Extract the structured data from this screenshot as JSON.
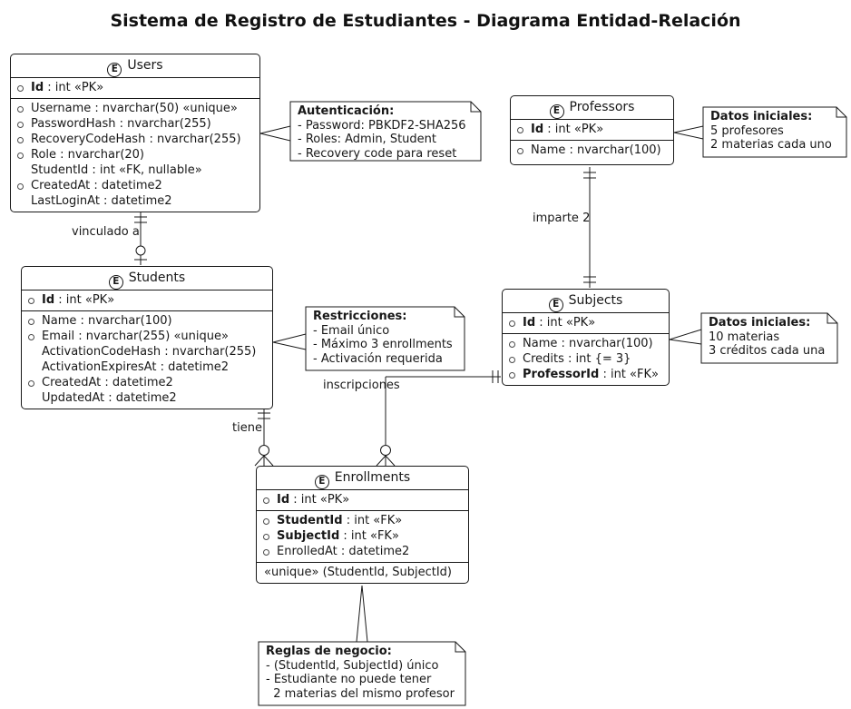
{
  "title": "Sistema de Registro de Estudiantes - Diagrama Entidad-Relación",
  "entities": {
    "users": {
      "letter": "E",
      "name": "Users",
      "pk": {
        "bold": "Id",
        "rest": " : int «PK»"
      },
      "attrs": [
        {
          "dot": true,
          "text": "Username : nvarchar(50) «unique»"
        },
        {
          "dot": true,
          "text": "PasswordHash : nvarchar(255)"
        },
        {
          "dot": true,
          "text": "RecoveryCodeHash : nvarchar(255)"
        },
        {
          "dot": true,
          "text": "Role : nvarchar(20)"
        },
        {
          "dot": false,
          "text": "StudentId : int «FK, nullable»"
        },
        {
          "dot": true,
          "text": "CreatedAt : datetime2"
        },
        {
          "dot": false,
          "text": "LastLoginAt : datetime2"
        }
      ]
    },
    "professors": {
      "letter": "E",
      "name": "Professors",
      "pk": {
        "bold": "Id",
        "rest": " : int «PK»"
      },
      "attrs": [
        {
          "dot": true,
          "text": "Name : nvarchar(100)"
        }
      ]
    },
    "students": {
      "letter": "E",
      "name": "Students",
      "pk": {
        "bold": "Id",
        "rest": " : int «PK»"
      },
      "attrs": [
        {
          "dot": true,
          "text": "Name : nvarchar(100)"
        },
        {
          "dot": true,
          "text": "Email : nvarchar(255) «unique»"
        },
        {
          "dot": false,
          "text": "ActivationCodeHash : nvarchar(255)"
        },
        {
          "dot": false,
          "text": "ActivationExpiresAt : datetime2"
        },
        {
          "dot": true,
          "text": "CreatedAt : datetime2"
        },
        {
          "dot": false,
          "text": "UpdatedAt : datetime2"
        }
      ]
    },
    "subjects": {
      "letter": "E",
      "name": "Subjects",
      "pk": {
        "bold": "Id",
        "rest": " : int «PK»"
      },
      "attrs": [
        {
          "dot": true,
          "text": "Name : nvarchar(100)"
        },
        {
          "dot": true,
          "text": "Credits : int {= 3}"
        },
        {
          "dot": true,
          "bold": "ProfessorId",
          "rest": " : int «FK»"
        }
      ]
    },
    "enrollments": {
      "letter": "E",
      "name": "Enrollments",
      "pk": {
        "bold": "Id",
        "rest": " : int «PK»"
      },
      "attrs": [
        {
          "dot": true,
          "bold": "StudentId",
          "rest": " : int «FK»"
        },
        {
          "dot": true,
          "bold": "SubjectId",
          "rest": " : int «FK»"
        },
        {
          "dot": true,
          "text": "EnrolledAt : datetime2"
        }
      ],
      "footer": "«unique» (StudentId, SubjectId)"
    }
  },
  "notes": {
    "auth": {
      "title": "Autenticación:",
      "lines": [
        "- Password: PBKDF2-SHA256",
        "- Roles: Admin, Student",
        "- Recovery code para reset"
      ]
    },
    "professors_data": {
      "title": "Datos iniciales:",
      "lines": [
        "5 profesores",
        "2 materias cada uno"
      ]
    },
    "restrictions": {
      "title": "Restricciones:",
      "lines": [
        "- Email único",
        "- Máximo 3 enrollments",
        "- Activación requerida"
      ]
    },
    "subjects_data": {
      "title": "Datos iniciales:",
      "lines": [
        "10 materias",
        "3 créditos cada una"
      ]
    },
    "rules": {
      "title": "Reglas de negocio:",
      "lines": [
        "- (StudentId, SubjectId) único",
        "- Estudiante no puede tener",
        "  2 materias del mismo profesor"
      ]
    }
  },
  "relations": {
    "users_students": "vinculado a",
    "professors_subjects": "imparte 2",
    "students_enrollments": "tiene",
    "subjects_enrollments": "inscripciones"
  },
  "colors": {
    "line": "#181818",
    "background": "#ffffff"
  }
}
